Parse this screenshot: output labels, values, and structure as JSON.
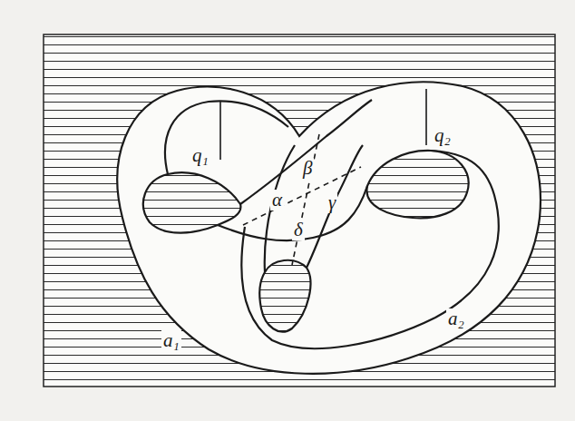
{
  "diagram": {
    "labels": [
      "q₁",
      "q₂",
      "α",
      "β",
      "γ",
      "δ",
      "a₁",
      "a₂"
    ]
  }
}
